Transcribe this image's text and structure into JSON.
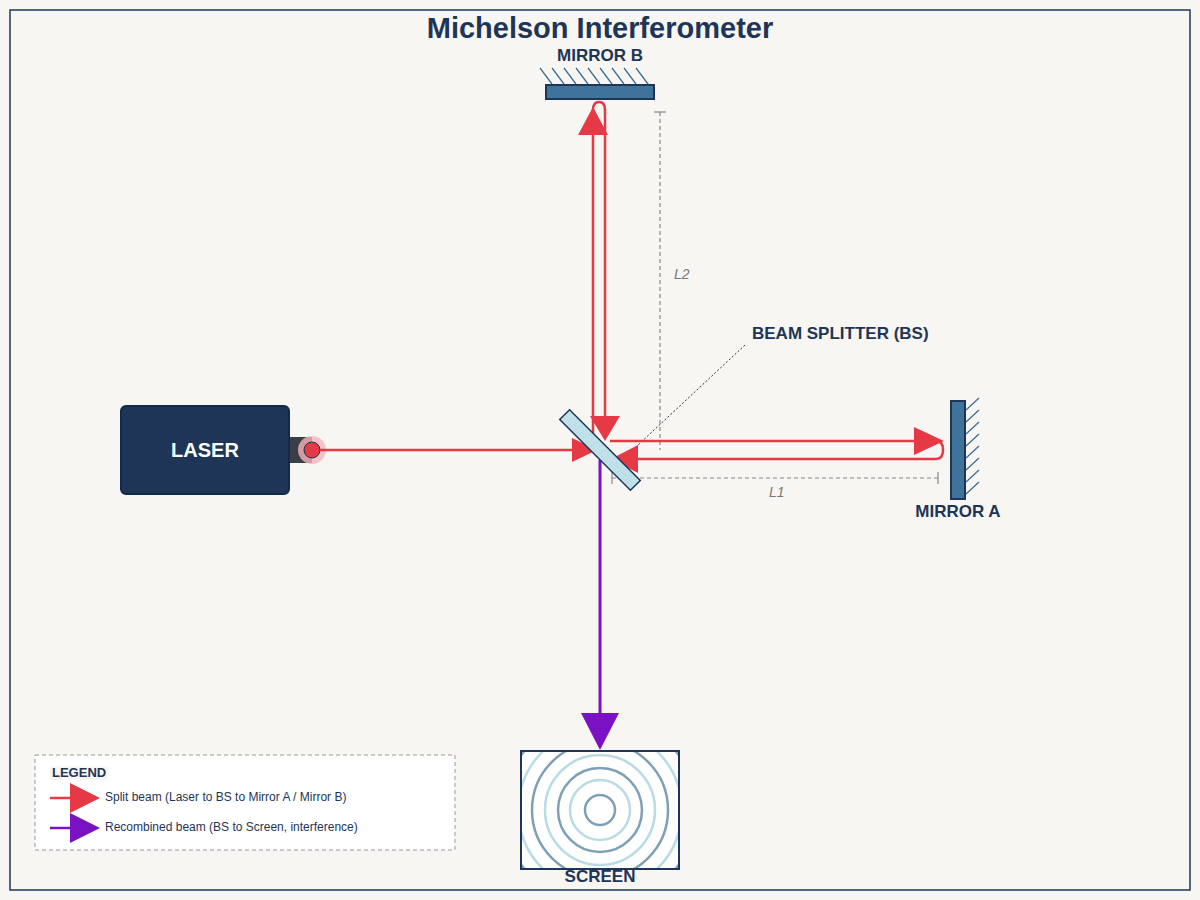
{
  "diagram": {
    "title": "Michelson Interferometer",
    "nodes": [
      {
        "text": [
          "LASER"
        ]
      },
      {
        "text": [
          "MIRROR B"
        ]
      },
      {
        "text": [
          "MIRROR A"
        ]
      },
      {
        "text": [
          "SCREEN"
        ]
      }
    ],
    "labels": [
      "BEAM SPLITTER (BS)",
      "L2",
      "L1",
      "LEGEND"
    ],
    "legend": [
      {
        "text": "Split beam (Laser to BS to Mirror A / Mirror B)"
      },
      {
        "text": "Recombined beam (BS to Screen, interference)"
      }
    ]
  }
}
